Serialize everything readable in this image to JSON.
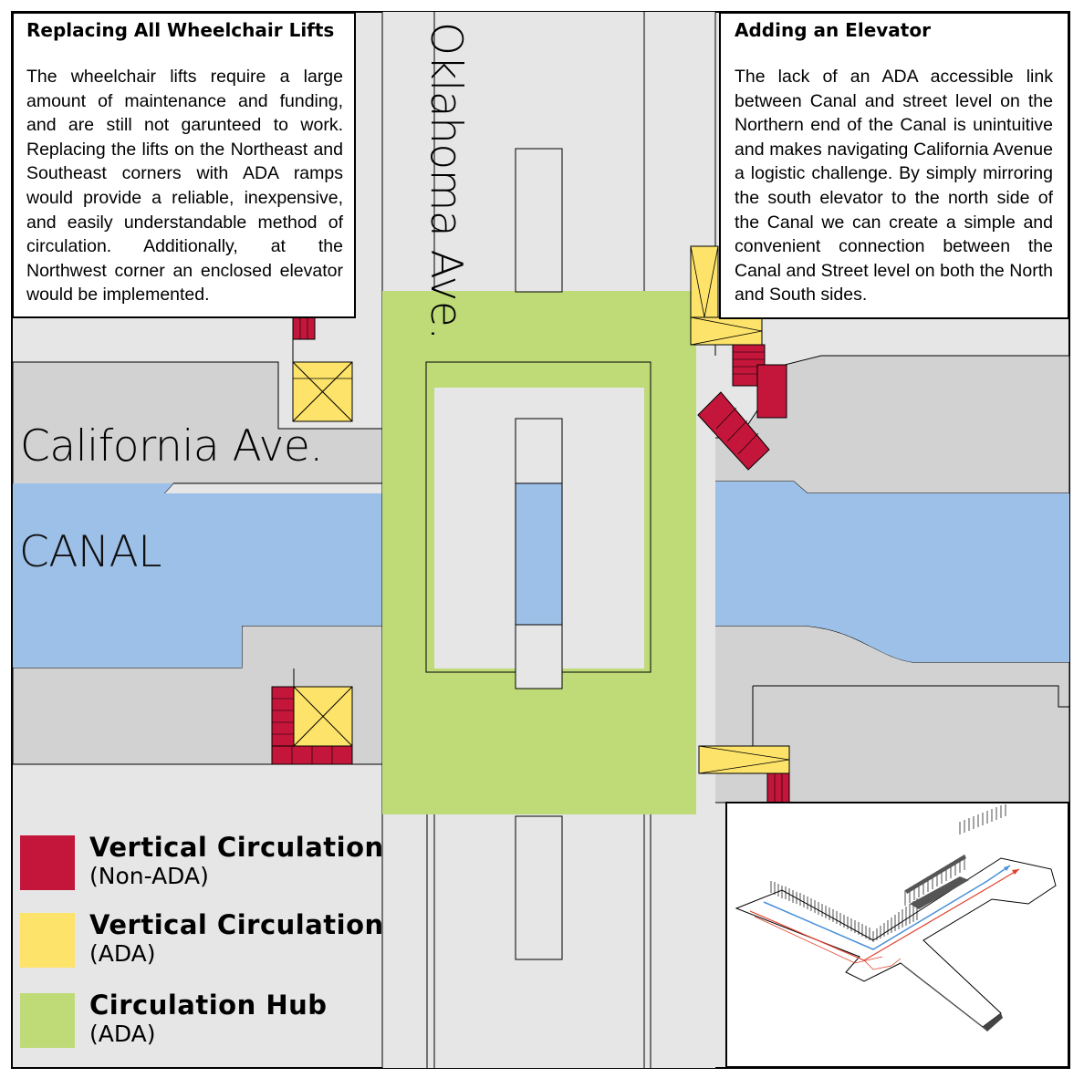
{
  "panels": {
    "left": {
      "title": "Replacing All Wheelchair Lifts",
      "body": "The wheelchair lifts require a large amount of maintenance and funding, and are still not garunteed to work. Replacing the lifts on the Northeast and Southeast corners with ADA ramps would provide a reliable, inexpensive, and easily understandable method of circulation. Additionally, at the Northwest corner an enclosed elevator would be implemented."
    },
    "right": {
      "title": "Adding an Elevator",
      "body": "The lack of an ADA accessible link between Canal and street level on the Northern end of the Canal is unintuitive and makes navigating California Avenue a logistic challenge. By simply mirroring the south elevator to the north side of the Canal we can create a simple and convenient connection between the Canal and Street level on both the North and South sides."
    }
  },
  "labels": {
    "california": "California Ave.",
    "canal": "CANAL",
    "oklahoma": "Oklahoma Ave."
  },
  "legend": [
    {
      "title": "Vertical Circulation",
      "sub": "(Non-ADA)",
      "color": "#c3163a"
    },
    {
      "title": "Vertical Circulation",
      "sub": "(ADA)",
      "color": "#fde36a"
    },
    {
      "title": "Circulation Hub",
      "sub": "(ADA)",
      "color": "#bedb78"
    }
  ],
  "colors": {
    "background": "#e6e6e6",
    "platform": "#d2d2d2",
    "canal": "#9dc0e8",
    "hub": "#bedb78",
    "non_ada": "#c3163a",
    "ada": "#fde36a",
    "outline": "#000000"
  }
}
